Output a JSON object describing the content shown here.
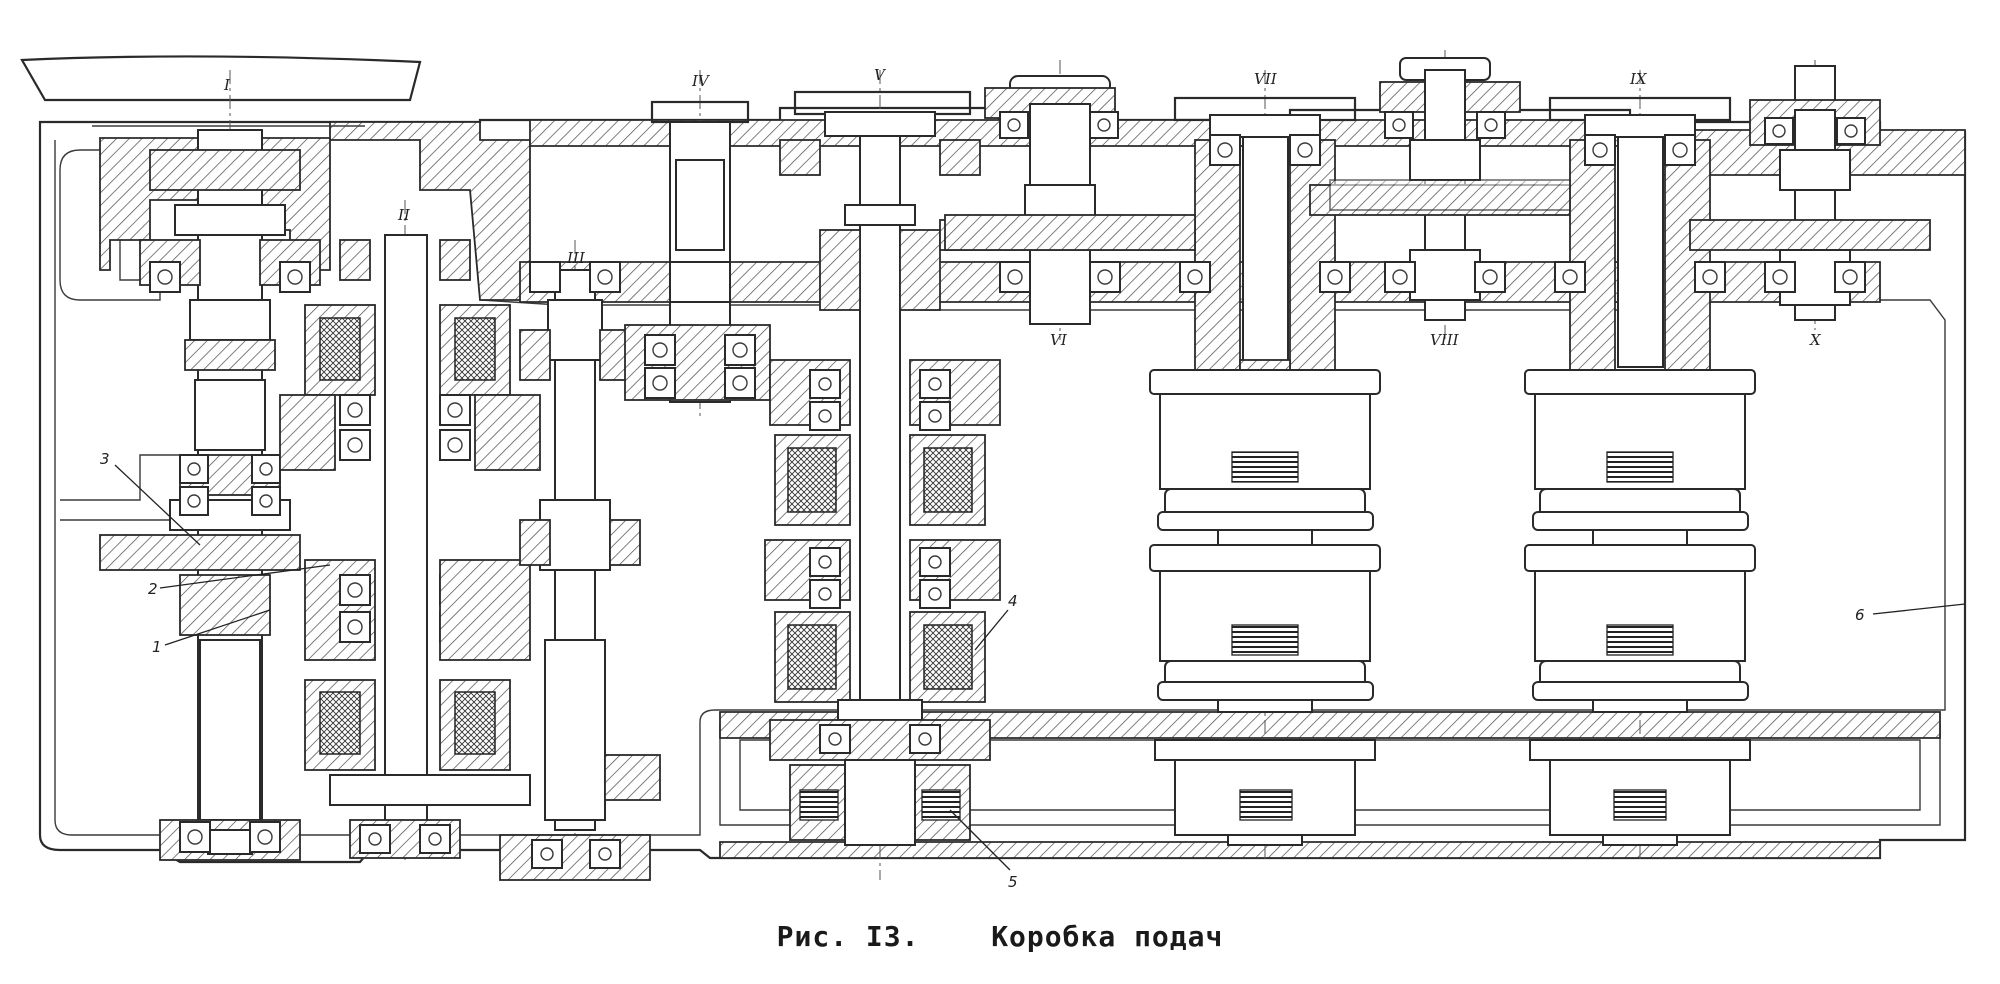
{
  "figure": {
    "caption_number": "Рис. I3.",
    "caption_title": "Коробка подач"
  },
  "shafts": [
    {
      "label": "I"
    },
    {
      "label": "II"
    },
    {
      "label": "III"
    },
    {
      "label": "IV"
    },
    {
      "label": "V"
    },
    {
      "label": "VI"
    },
    {
      "label": "VII"
    },
    {
      "label": "VIII"
    },
    {
      "label": "IX"
    },
    {
      "label": "X"
    }
  ],
  "callouts": [
    {
      "label": "1"
    },
    {
      "label": "2"
    },
    {
      "label": "3"
    },
    {
      "label": "4"
    },
    {
      "label": "5"
    },
    {
      "label": "6"
    }
  ]
}
